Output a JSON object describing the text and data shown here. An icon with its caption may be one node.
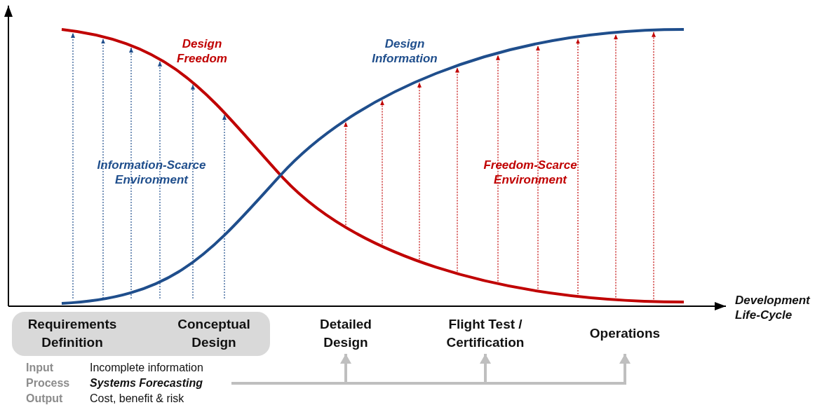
{
  "diagram": {
    "nodes": [
      {
        "text": [],
        "shape": "box"
      },
      {
        "text": [
          "Requirements Definition"
        ],
        "in": 0
      },
      {
        "text": [
          "Conceptual Design"
        ],
        "in": 0
      },
      {
        "text": [
          "Detailed Design"
        ]
      },
      {
        "text": [
          "Flight Test / Certification"
        ]
      },
      {
        "text": [
          "Operations"
        ]
      },
      {
        "text": [
          "Systems Forecasting"
        ]
      }
    ],
    "edges": [
      {
        "from": 6,
        "to": 3,
        "arrow": "to"
      },
      {
        "from": 6,
        "to": 4,
        "arrow": "to"
      },
      {
        "from": 6,
        "to": 5,
        "arrow": "to"
      }
    ],
    "labels": [
      "Design Freedom",
      "Design Information",
      "Information-Scarce Environment",
      "Freedom-Scarce Environment",
      "Development Life-Cycle",
      "Input",
      "Incomplete information",
      "Process",
      "Output",
      "Cost, benefit & risk"
    ]
  }
}
